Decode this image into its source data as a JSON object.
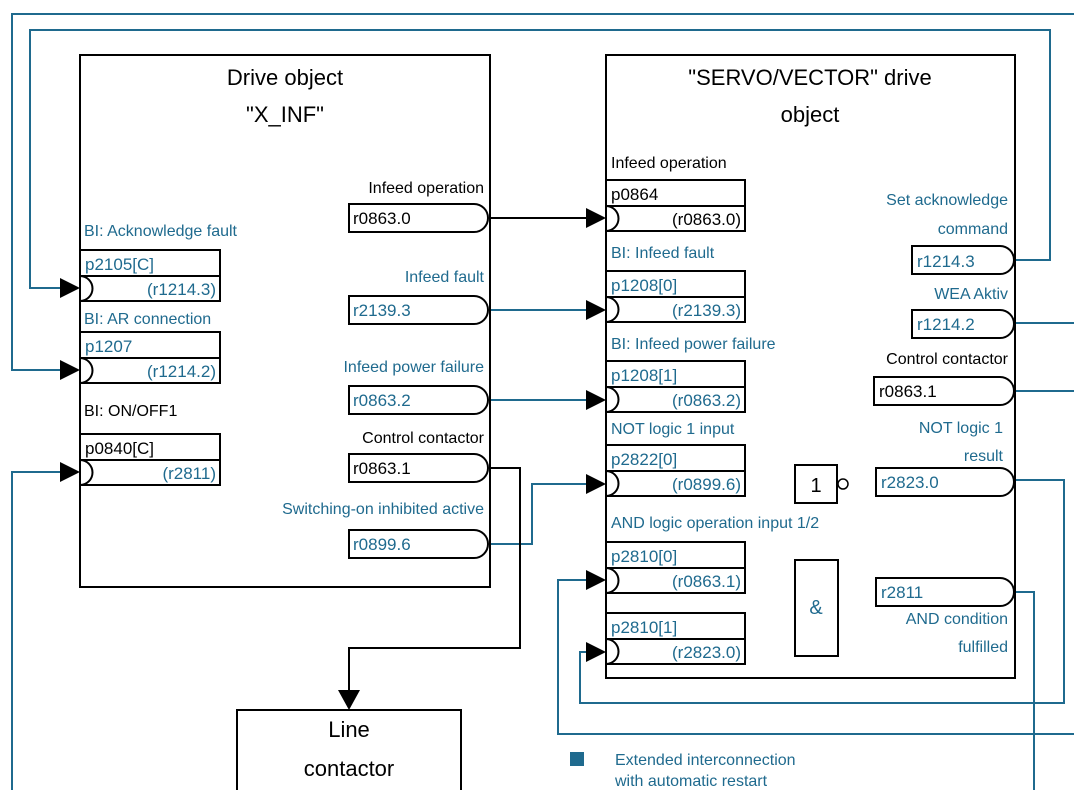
{
  "colors": {
    "interconnection": "#1F6A8E",
    "text": "#000000",
    "background": "#ffffff"
  },
  "drive_x_inf": {
    "title_line1": "Drive object",
    "title_line2": "\"X_INF\"",
    "infeed_operation_label": "Infeed operation",
    "infeed_operation_param": "r0863.0",
    "infeed_fault_label": "Infeed fault",
    "infeed_fault_param": "r2139.3",
    "infeed_power_failure_label": "Infeed power failure",
    "infeed_power_failure_param": "r0863.2",
    "control_contactor_label": "Control contactor",
    "control_contactor_param": "r0863.1",
    "switching_on_inhibited_label": "Switching-on inhibited active",
    "switching_on_inhibited_param": "r0899.6",
    "ack_fault_label": "BI: Acknowledge fault",
    "ack_fault_param": "p2105[C]",
    "ack_fault_source": "(r1214.3)",
    "ar_connection_label": "BI: AR connection",
    "ar_connection_param": "p1207",
    "ar_connection_source": "(r1214.2)",
    "on_off_label": "BI: ON/OFF1",
    "on_off_param": "p0840[C]",
    "on_off_source": "(r2811)"
  },
  "drive_servo": {
    "title_line1": "\"SERVO/VECTOR\" drive",
    "title_line2": "object",
    "infeed_operation_label": "Infeed operation",
    "infeed_operation_param": "p0864",
    "infeed_operation_source": "(r0863.0)",
    "infeed_fault_label": "BI: Infeed fault",
    "infeed_fault_param": "p1208[0]",
    "infeed_fault_source": "(r2139.3)",
    "infeed_power_failure_label": "BI: Infeed power failure",
    "infeed_power_failure_param": "p1208[1]",
    "infeed_power_failure_source": "(r0863.2)",
    "not_input_label": "NOT logic 1 input",
    "not_input_param": "p2822[0]",
    "not_input_source": "(r0899.6)",
    "and_inputs_label": "AND logic operation input 1/2",
    "and_input1_param": "p2810[0]",
    "and_input1_source": "(r0863.1)",
    "and_input2_param": "p2810[1]",
    "and_input2_source": "(r2823.0)",
    "set_ack_label_line1": "Set acknowledge",
    "set_ack_label_line2": "command",
    "set_ack_param": "r1214.3",
    "wea_label": "WEA Aktiv",
    "wea_param": "r1214.2",
    "control_contactor_label": "Control contactor",
    "control_contactor_param": "r0863.1",
    "not_result_label_line1": "NOT logic 1",
    "not_result_label_line2": "result",
    "not_result_param": "r2823.0",
    "and_output_param": "r2811",
    "and_output_label_line1": "AND condition",
    "and_output_label_line2": "fulfilled",
    "not_gate_symbol": "1",
    "and_gate_symbol": "&"
  },
  "line_contactor": {
    "line1": "Line",
    "line2": "contactor"
  },
  "legend": {
    "line1": "Extended interconnection",
    "line2": "with automatic restart"
  }
}
